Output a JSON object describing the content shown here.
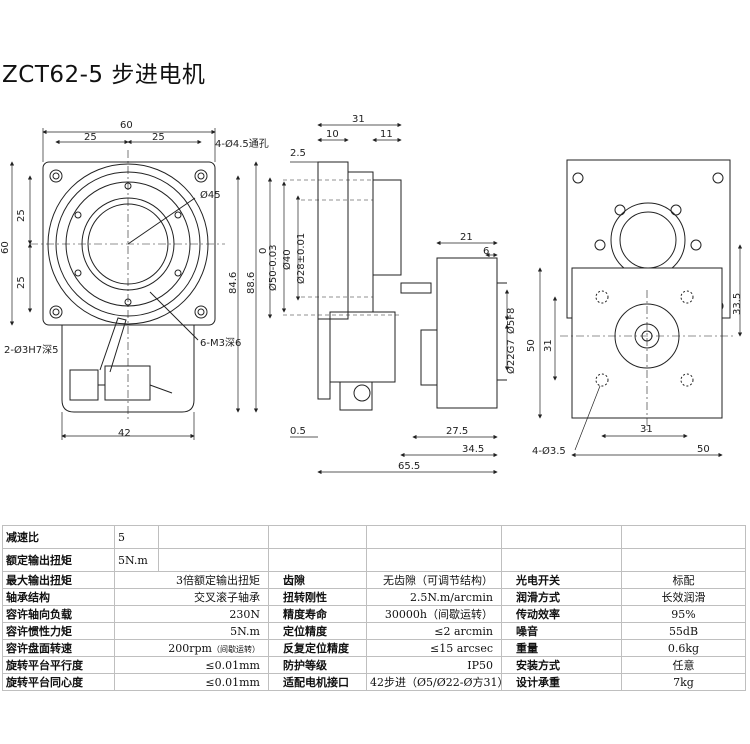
{
  "title": "ZCT62-5 步进电机",
  "dimensions": {
    "d60": "60",
    "d25a": "25",
    "d25b": "25",
    "hole4": "4-Ø4.5通孔",
    "d45": "Ø45",
    "d60v": "60",
    "d25c": "25",
    "d25d": "25",
    "d84_6": "84.6",
    "d88_6": "88.6",
    "pin2": "2-Ø3H7深5",
    "m3": "6-M3深6",
    "d42": "42",
    "d31": "31",
    "d10": "10",
    "d11": "11",
    "d2_5": "2.5",
    "d0": "0",
    "d50": "Ø50-0.03",
    "d40": "Ø40",
    "d28": "Ø28±0.01",
    "d0_5": "0.5",
    "d27_5": "27.5",
    "d34_5": "34.5",
    "d65_5": "65.5",
    "d21": "21",
    "d6": "6",
    "d5f8": "Ø5F8",
    "d22g7": "Ø22G7",
    "d50b": "50",
    "d31b": "31",
    "d33_5": "33.5",
    "hole35": "4-Ø3.5",
    "d31c": "31",
    "d50c": "50"
  },
  "specs": {
    "reduction_ratio_label": "减速比",
    "reduction_ratio": "5",
    "rated_torque_label": "额定输出扭矩",
    "rated_torque": "5N.m",
    "max_torque_label": "最大输出扭矩",
    "max_torque": "3倍额定输出扭矩",
    "backlash_label": "齿隙",
    "backlash": "无齿隙（可调节结构）",
    "photo_switch_label": "光电开关",
    "photo_switch": "标配",
    "bearing_label": "轴承结构",
    "bearing": "交叉滚子轴承",
    "stiffness_label": "扭转刚性",
    "stiffness": "2.5N.m/arcmin",
    "lube_label": "润滑方式",
    "lube": "长效润滑",
    "axial_load_label": "容许轴向负载",
    "axial_load": "230N",
    "life_label": "精度寿命",
    "life": "30000h（间歇运转）",
    "efficiency_label": "传动效率",
    "efficiency": "95%",
    "inertia_label": "容许惯性力矩",
    "inertia": "5N.m",
    "positioning_label": "定位精度",
    "positioning": "≤2 arcmin",
    "noise_label": "噪音",
    "noise": "55dB",
    "speed_label": "容许盘面转速",
    "speed": "200rpm",
    "speed_note": "（间歇运转）",
    "repeat_label": "反复定位精度",
    "repeat": "≤15 arcsec",
    "weight_label": "重量",
    "weight": "0.6kg",
    "parallel_label": "旋转平台平行度",
    "parallel": "≤0.01mm",
    "ip_label": "防护等级",
    "ip": "IP50",
    "mount_label": "安装方式",
    "mount": "任意",
    "concentric_label": "旋转平台同心度",
    "concentric": "≤0.01mm",
    "motor_label": "适配电机接口",
    "motor": "42步进（Ø5/Ø22-Ø方31）",
    "design_weight_label": "设计承重",
    "design_weight": "7kg"
  }
}
